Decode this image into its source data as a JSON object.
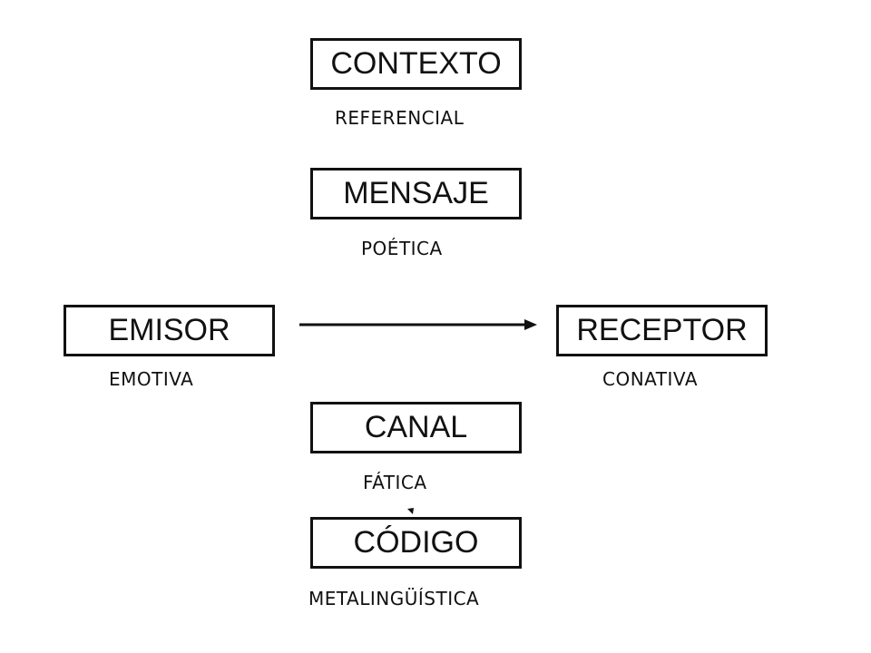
{
  "elements": {
    "contexto": {
      "label": "CONTEXTO",
      "function": "REFERENCIAL"
    },
    "mensaje": {
      "label": "MENSAJE",
      "function": "POÉTICA"
    },
    "emisor": {
      "label": "EMISOR",
      "function": "EMOTIVA"
    },
    "receptor": {
      "label": "RECEPTOR",
      "function": "CONATIVA"
    },
    "canal": {
      "label": "CANAL",
      "function": "FÁTICA"
    },
    "codigo": {
      "label": "CÓDIGO",
      "function": "METALINGÜÍSTICA"
    }
  },
  "arrow": {
    "from": "emisor",
    "to": "receptor"
  }
}
